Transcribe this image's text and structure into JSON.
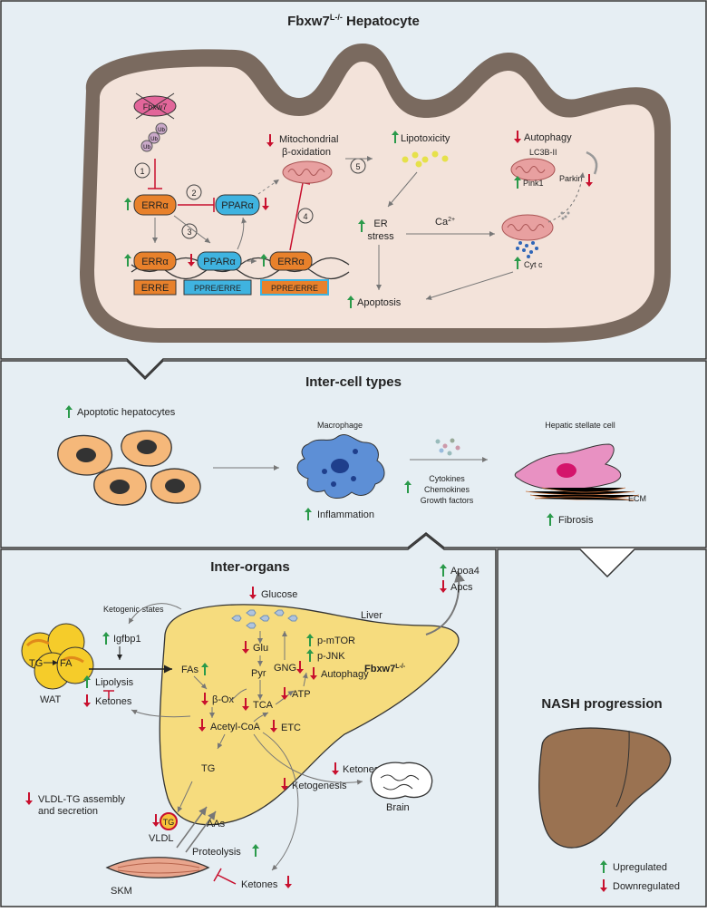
{
  "panels": {
    "hepatocyte": {
      "title": "Fbxw7",
      "title_sup": "L-/-",
      "title_suffix": " Hepatocyte",
      "fbxw7": "Fbxw7",
      "ub": "Ub",
      "steps": [
        "1",
        "2",
        "3",
        "4",
        "5"
      ],
      "erra": "ERRα",
      "ppara": "PPARα",
      "erre": "ERRE",
      "ppre_erre": "PPRE/ERRE",
      "mito_line1": "Mitochondrial",
      "mito_line2": "β-oxidation",
      "lipotoxicity": "Lipotoxicity",
      "autophagy": "Autophagy",
      "lc3b": "LC3B-II",
      "pink1": "Pink1",
      "parkin": "Parkin",
      "er_line1": "ER",
      "er_line2": "stress",
      "ca_base": "Ca",
      "ca_sup": "2+",
      "cytc": "Cyt c",
      "apoptosis": "Apoptosis"
    },
    "intercell": {
      "title": "Inter-cell types",
      "apoptotic": "Apoptotic hepatocytes",
      "macrophage": "Macrophage",
      "inflammation": "Inflammation",
      "cytokines": "Cytokines",
      "chemokines": "Chemokines",
      "growth": "Growth factors",
      "hsc": "Hepatic stellate cell",
      "ecm": "ECM",
      "fibrosis": "Fibrosis"
    },
    "interorgan": {
      "title": "Inter-organs",
      "ketogenic": "Ketogenic states",
      "glucose": "Glucose",
      "liver": "Liver",
      "apoa4": "Apoa4",
      "apcs": "Apcs",
      "igfbp1": "Igfbp1",
      "tg": "TG",
      "fa": "FA",
      "wat": "WAT",
      "lipolysis": "Lipolysis",
      "ketones": "Ketones",
      "fas": "FAs",
      "glu": "Glu",
      "pyr": "Pyr",
      "gng": "GNG",
      "pmtor": "p-mTOR",
      "pjnk": "p-JNK",
      "autophagy": "Autophagy",
      "fbxw7": "Fbxw7",
      "fbxw7_sup": "L-/-",
      "box": "β-Ox",
      "tca": "TCA",
      "atp": "ATP",
      "acetyl": "Acetyl-CoA",
      "etc": "ETC",
      "vldl_line1": "VLDL-TG assembly",
      "vldl_line2": "and secretion",
      "vldl": "VLDL",
      "aas": "AAs",
      "ketogenesis": "Ketogenesis",
      "brain": "Brain",
      "proteolysis": "Proteolysis",
      "skm": "SKM"
    },
    "nash": {
      "title": "NASH progression",
      "legend_up": "Upregulated",
      "legend_down": "Downregulated"
    }
  },
  "colors": {
    "panel_bg": "#e6eef3",
    "cell_border": "#7a6a5f",
    "cell_fill": "#f3e3da",
    "erra": "#e8812b",
    "ppara": "#3fb3e0",
    "fbxw7": "#e2669a",
    "mito": "#e8a0a0",
    "liver": "#f6dc7e",
    "hepatocyte_cell": "#f5b87a",
    "macrophage": "#5d8fd6",
    "stellate": "#e891c2",
    "nash_liver": "#9a7251",
    "up": "#2a9a4a",
    "down": "#c8102e"
  }
}
